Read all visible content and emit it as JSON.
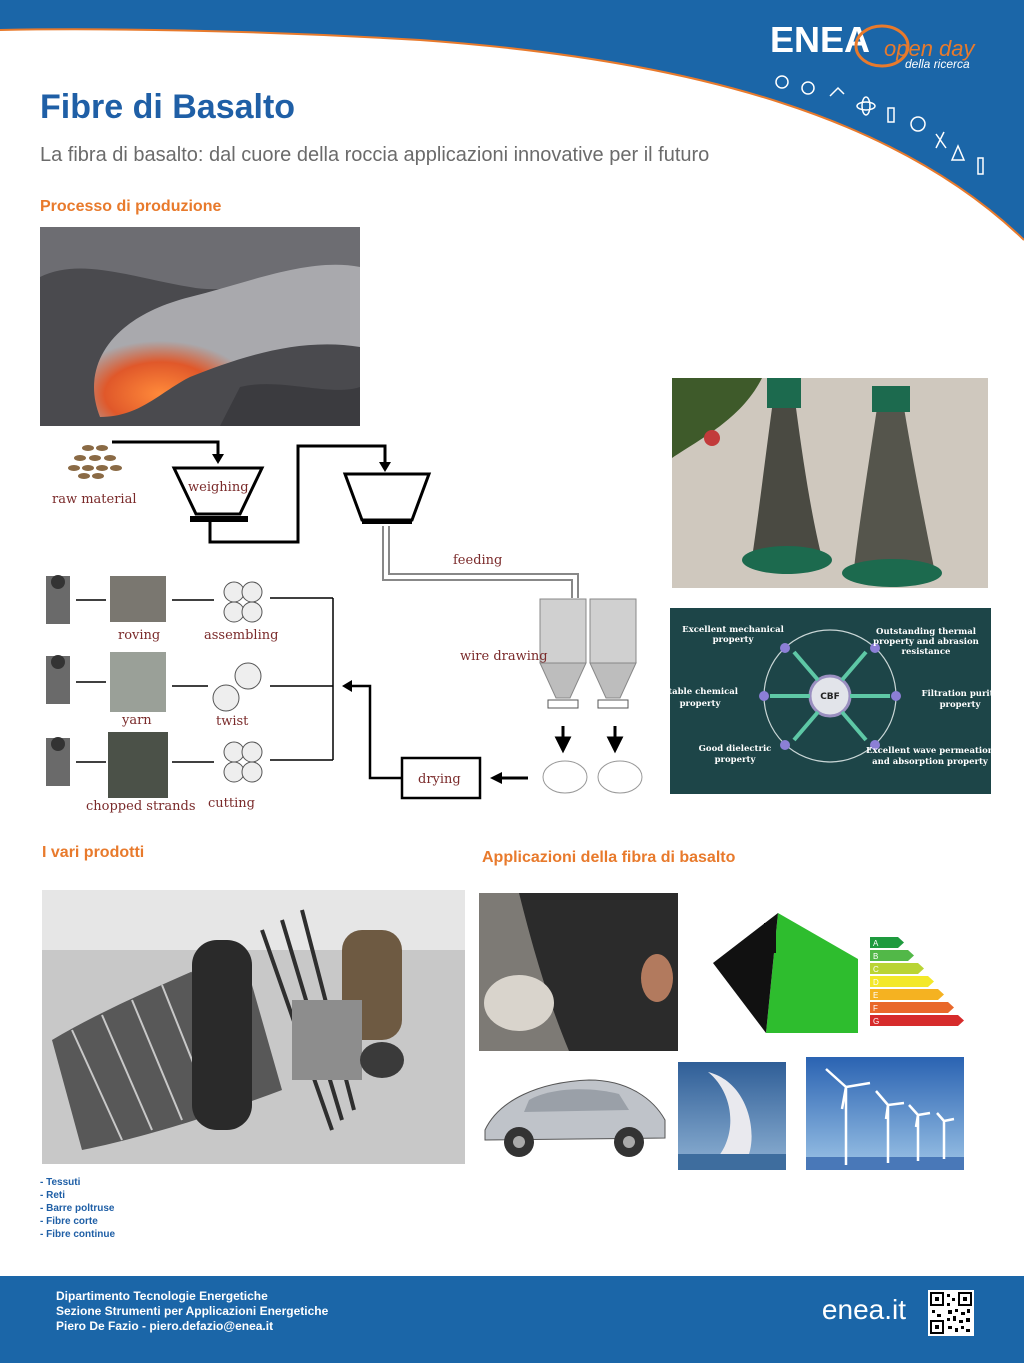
{
  "header": {
    "logo_text": "ENEA",
    "logo_open_day": "open day",
    "logo_subtitle": "della ricerca",
    "title": "Fibre di Basalto",
    "subtitle": "La fibra di basalto: dal cuore della roccia applicazioni innovative per il futuro"
  },
  "sections": {
    "process": "Processo di produzione",
    "products": "I vari prodotti",
    "applications": "Applicazioni della fibra di basalto"
  },
  "diagram": {
    "raw_material": "raw material",
    "weighing": "weighing",
    "feeding": "feeding",
    "wire_drawing": "wire drawing",
    "drying": "drying",
    "roving": "roving",
    "assembling": "assembling",
    "yarn": "yarn",
    "twist": "twist",
    "chopped_strands": "chopped strands",
    "cutting": "cutting"
  },
  "cbf": {
    "center": "CBF",
    "props": [
      "Excellent mechanical",
      "property",
      "Outstanding thermal",
      "property and abrasion",
      "resistance",
      "Stable chemical",
      "property",
      "Filtration purity",
      "property",
      "Good dielectric",
      "property",
      "Excellent wave permeation",
      "and absorption property"
    ]
  },
  "energy_classes": [
    "A",
    "B",
    "C",
    "D",
    "E",
    "F",
    "G"
  ],
  "products_list": [
    "- Tessuti",
    "- Reti",
    "- Barre poltruse",
    "- Fibre corte",
    "- Fibre continue"
  ],
  "footer": {
    "line1": "Dipartimento Tecnologie Energetiche",
    "line2": "Sezione Strumenti per Applicazioni Energetiche",
    "line3": "Piero De Fazio - piero.defazio@enea.it",
    "url": "enea.it"
  },
  "colors": {
    "primary": "#1b66a8",
    "accent": "#e87a2c",
    "title": "#1f5fa6"
  }
}
